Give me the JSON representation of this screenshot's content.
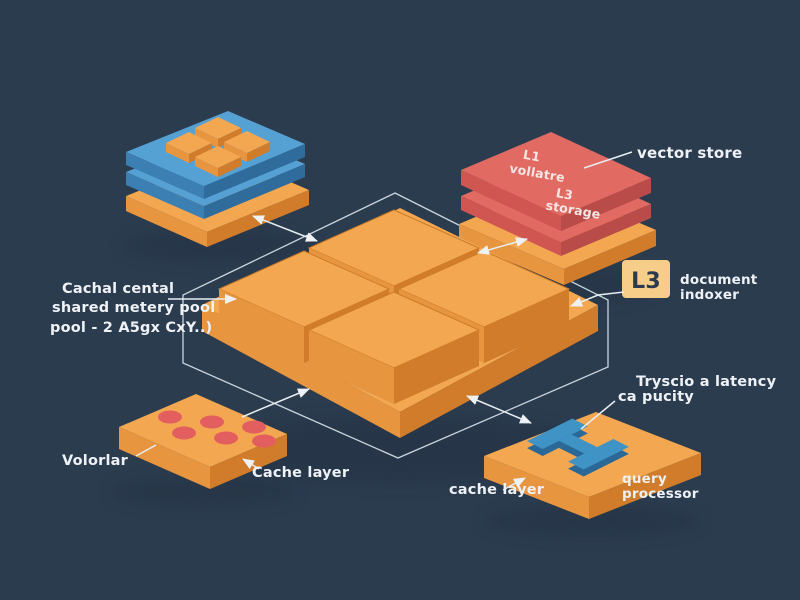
{
  "colors": {
    "background": "#2c3c4f",
    "orange_top": "#f3a751",
    "orange_left": "#e89540",
    "orange_right": "#d17c2b",
    "blue_top": "#55a1d4",
    "blue_left": "#3c7fb2",
    "blue_right": "#2f6c9c",
    "red_top": "#e16a62",
    "red_left": "#d05652",
    "red_right": "#b94b49",
    "dot_red": "#e35f5f",
    "h_shape_blue": "#3f93c5",
    "connector_line": "#e7edf2",
    "label_text": "#eef2f6",
    "badge_bg": "#f7cd8a",
    "badge_text": "#2b3a4d"
  },
  "nodes": {
    "memory_pool_note": {
      "line1": "Cachal cental",
      "line2": "shared metery pool",
      "line3": "pool - 2 A5gx CxY..)"
    },
    "vector_store_label": "vector store",
    "red_stack_face": {
      "label1_line1": "L1",
      "label1_line2": "vollatre",
      "label2_line1": "L3",
      "label2_line2": "storage"
    },
    "document_indexer": {
      "badge": "L3",
      "line1": "document",
      "line2": "indoxer"
    },
    "latency_note": {
      "line1": "Tryscio a latency",
      "line2": "ca pucity"
    },
    "votorlar_label": "Volorlar",
    "cache_layer_left_label": "Cache layer",
    "cache_layer_right_label": "cache layer",
    "query_processor": {
      "line1": "query",
      "line2": "processor"
    }
  }
}
